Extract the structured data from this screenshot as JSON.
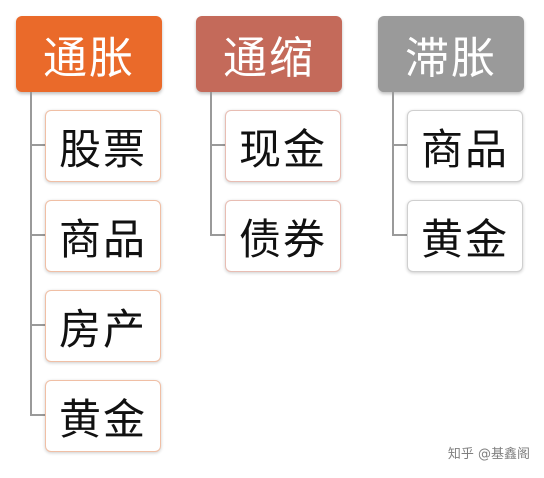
{
  "groups": [
    {
      "title": "通胀",
      "color": "#ea6a2a",
      "border": "#f0bfa5",
      "items": [
        "股票",
        "商品",
        "房产",
        "黄金"
      ]
    },
    {
      "title": "通缩",
      "color": "#c46a5a",
      "border": "#e8bdb3",
      "items": [
        "现金",
        "债券"
      ]
    },
    {
      "title": "滞胀",
      "color": "#9a9a9a",
      "border": "#cfcfcf",
      "items": [
        "商品",
        "黄金"
      ]
    }
  ],
  "watermark": "知乎 @基鑫阁"
}
